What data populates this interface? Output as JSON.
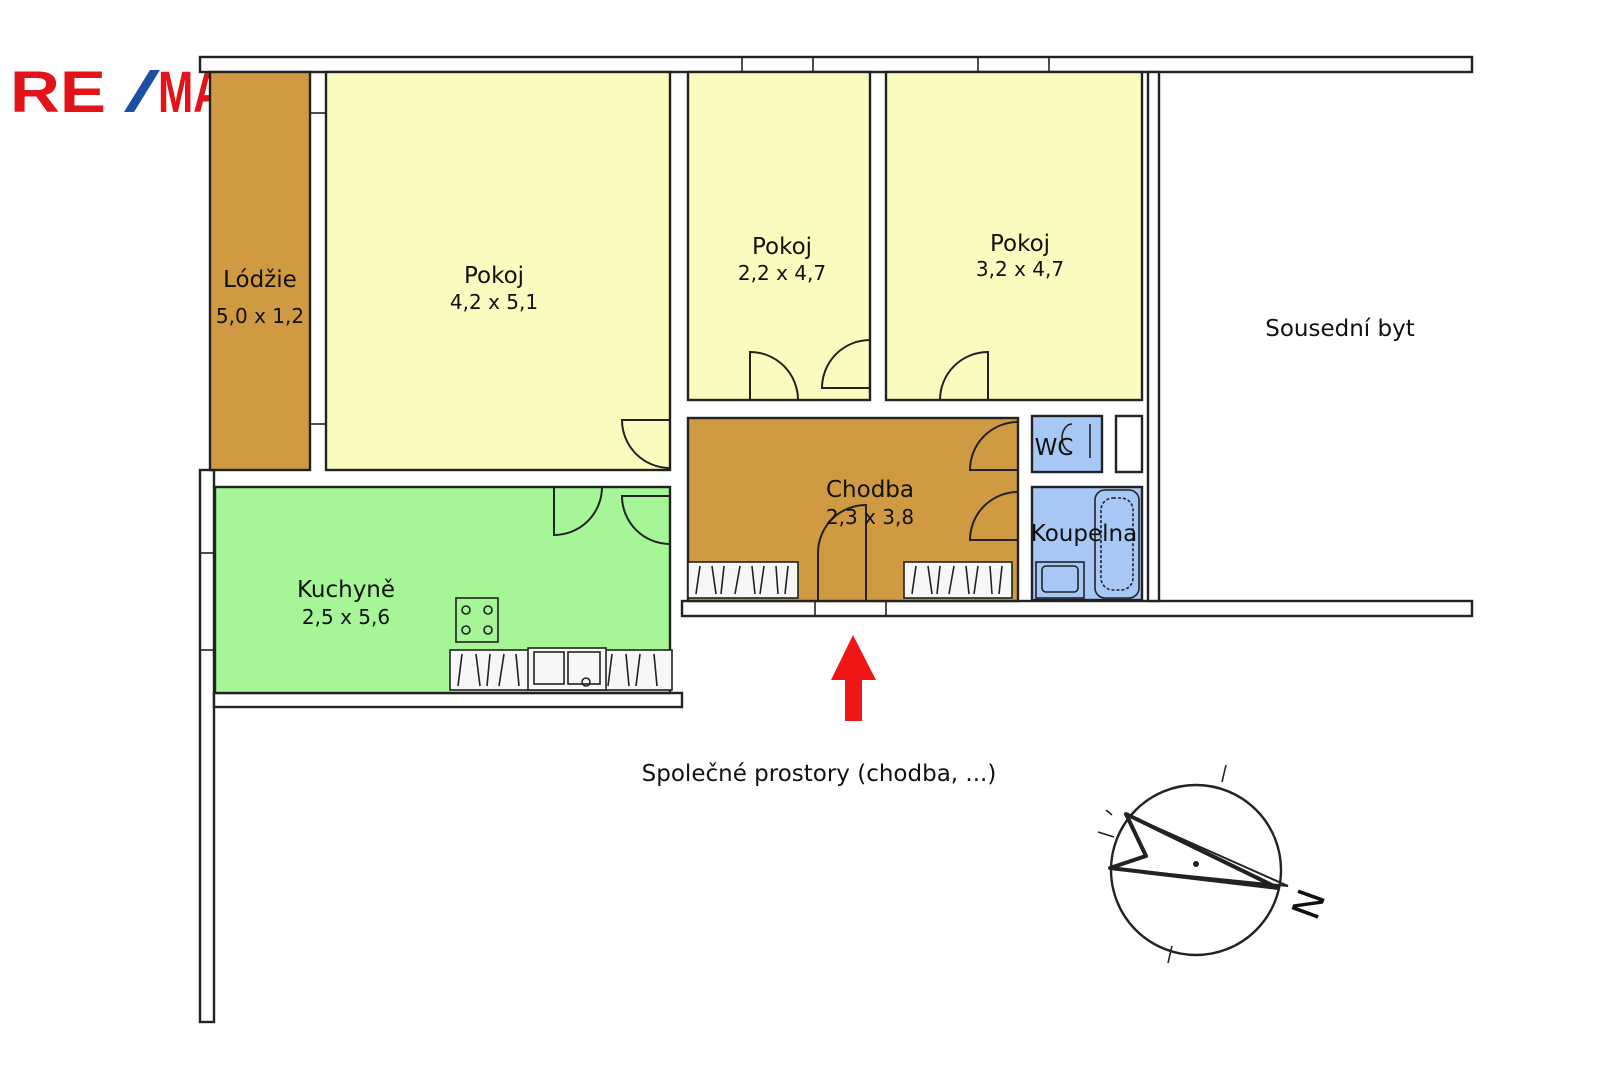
{
  "logo": {
    "text": "RE/MAX",
    "colors": {
      "red": "#e3131a",
      "blue": "#1b4fa0"
    }
  },
  "rooms": {
    "lodzie": {
      "name": "Lódžie",
      "dims": "5,0 x 1,2",
      "color": "#d09a42"
    },
    "pokoj_big": {
      "name": "Pokoj",
      "dims": "4,2 x 5,1",
      "color": "#fbfbbf"
    },
    "pokoj_mid": {
      "name": "Pokoj",
      "dims": "2,2 x 4,7",
      "color": "#fbfbbf"
    },
    "pokoj_right": {
      "name": "Pokoj",
      "dims": "3,2 x 4,7",
      "color": "#fbfbbf"
    },
    "chodba": {
      "name": "Chodba",
      "dims": "2,3 x 3,8",
      "color": "#d09a42"
    },
    "kuchyne": {
      "name": "Kuchyně",
      "dims": "2,5 x 5,6",
      "color": "#a6f597"
    },
    "wc": {
      "name": "WC",
      "color": "#a7c8f4"
    },
    "koupelna": {
      "name": "Koupelna",
      "color": "#a7c8f4"
    }
  },
  "labels": {
    "neighbour": "Sousední byt",
    "common": "Společné prostory (chodba, ...)"
  },
  "compass": {
    "letter": "N",
    "icon": "north-compass-icon"
  },
  "entrance": {
    "icon": "entrance-arrow-icon",
    "color": "#ef1616"
  }
}
